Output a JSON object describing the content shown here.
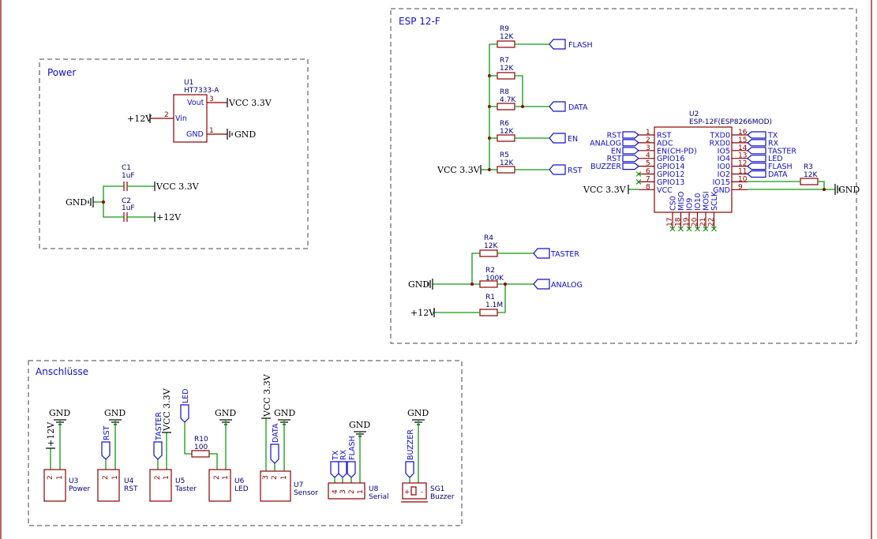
{
  "frames": {
    "power": "Power",
    "esp": "ESP 12-F",
    "connectors": "Anschlüsse"
  },
  "power": {
    "u1": {
      "ref": "U1",
      "value": "HT7333-A",
      "vout": "Vout",
      "vin": "Vin",
      "gnd": "GND",
      "pin_vout": "3",
      "pin_vin": "2",
      "pin_gnd": "1"
    },
    "vcc_out": "VCC 3.3V",
    "gnd_out": "GND",
    "vin_net": "+12V",
    "c1": {
      "ref": "C1",
      "value": "1uF",
      "net": "VCC 3.3V"
    },
    "c2": {
      "ref": "C2",
      "value": "1uF",
      "net": "+12V"
    },
    "gnd_caps": "GND"
  },
  "esp": {
    "r9": {
      "ref": "R9",
      "value": "12K"
    },
    "r7": {
      "ref": "R7",
      "value": "12K"
    },
    "r8": {
      "ref": "R8",
      "value": "4.7K"
    },
    "r6": {
      "ref": "R6",
      "value": "12K"
    },
    "r5": {
      "ref": "R5",
      "value": "12K"
    },
    "r3": {
      "ref": "R3",
      "value": "12K"
    },
    "vcc_left": "VCC 3.3V",
    "vcc_pin": "VCC 3.3V",
    "gnd_right": "GND",
    "labels": {
      "flash": "FLASH",
      "data": "DATA",
      "en": "EN",
      "rst": "RST"
    },
    "u2": {
      "ref": "U2",
      "value": "ESP-12F(ESP8266MOD)"
    },
    "left_pins": [
      {
        "label": "RST",
        "num": "1",
        "net": "RST"
      },
      {
        "label": "ADC",
        "num": "2",
        "net": "ANALOG"
      },
      {
        "label": "EN(CH-PD)",
        "num": "3",
        "net": "EN"
      },
      {
        "label": "GPIO16",
        "num": "4",
        "net": "RST"
      },
      {
        "label": "GPIO14",
        "num": "5",
        "net": "BUZZER"
      },
      {
        "label": "GPIO12",
        "num": "6",
        "net": ""
      },
      {
        "label": "GPIO13",
        "num": "7",
        "net": ""
      },
      {
        "label": "VCC",
        "num": "8",
        "net": ""
      }
    ],
    "right_pins": [
      {
        "label": "TXD0",
        "num": "16",
        "net": "TX"
      },
      {
        "label": "RXD0",
        "num": "15",
        "net": "RX"
      },
      {
        "label": "IO5",
        "num": "14",
        "net": "TASTER"
      },
      {
        "label": "IO4",
        "num": "13",
        "net": "LED"
      },
      {
        "label": "IO0",
        "num": "12",
        "net": "FLASH"
      },
      {
        "label": "IO2",
        "num": "11",
        "net": "DATA"
      },
      {
        "label": "IO15",
        "num": "10",
        "net": ""
      },
      {
        "label": "GND",
        "num": "9",
        "net": ""
      }
    ],
    "bottom_pins": [
      {
        "label": "CS0",
        "num": "17"
      },
      {
        "label": "MISO",
        "num": "18"
      },
      {
        "label": "IO9",
        "num": "19"
      },
      {
        "label": "IO10",
        "num": "20"
      },
      {
        "label": "MOSI",
        "num": "21"
      },
      {
        "label": "SCLK",
        "num": "22"
      }
    ],
    "r4": {
      "ref": "R4",
      "value": "12K"
    },
    "r2": {
      "ref": "R2",
      "value": "100K"
    },
    "r1": {
      "ref": "R1",
      "value": "1.1M"
    },
    "taster": "TASTER",
    "analog": "ANALOG",
    "gnd_div": "GND",
    "v12_div": "+12V"
  },
  "connectors": {
    "u3": {
      "ref": "U3",
      "name": "Power",
      "gnd": "GND",
      "net": "+12V",
      "p2": "2",
      "p1": "1"
    },
    "u4": {
      "ref": "U4",
      "name": "RST",
      "gnd": "GND",
      "net": "RST",
      "p2": "2",
      "p1": "1"
    },
    "u5": {
      "ref": "U5",
      "name": "Taster",
      "net1": "TASTER",
      "net2": "VCC 3.3V",
      "p2": "2",
      "p1": "1"
    },
    "r10": {
      "ref": "R10",
      "value": "100",
      "net": "LED"
    },
    "u6": {
      "ref": "U6",
      "name": "LED",
      "gnd": "GND",
      "p2": "2",
      "p1": "1"
    },
    "u7": {
      "ref": "U7",
      "name": "Sensor",
      "vcc": "VCC 3.3V",
      "data": "DATA",
      "gnd": "GND",
      "p3": "3",
      "p2": "2",
      "p1": "1"
    },
    "u8": {
      "ref": "U8",
      "name": "Serial",
      "gnd": "GND",
      "tx": "TX",
      "rx": "RX",
      "flash": "FLASH",
      "p4": "4",
      "p3": "3",
      "p2": "2",
      "p1": "1"
    },
    "sg1": {
      "ref": "SG1",
      "name": "Buzzer",
      "gnd": "GND",
      "net": "BUZZER",
      "plus": "+",
      "minus": "-"
    }
  }
}
